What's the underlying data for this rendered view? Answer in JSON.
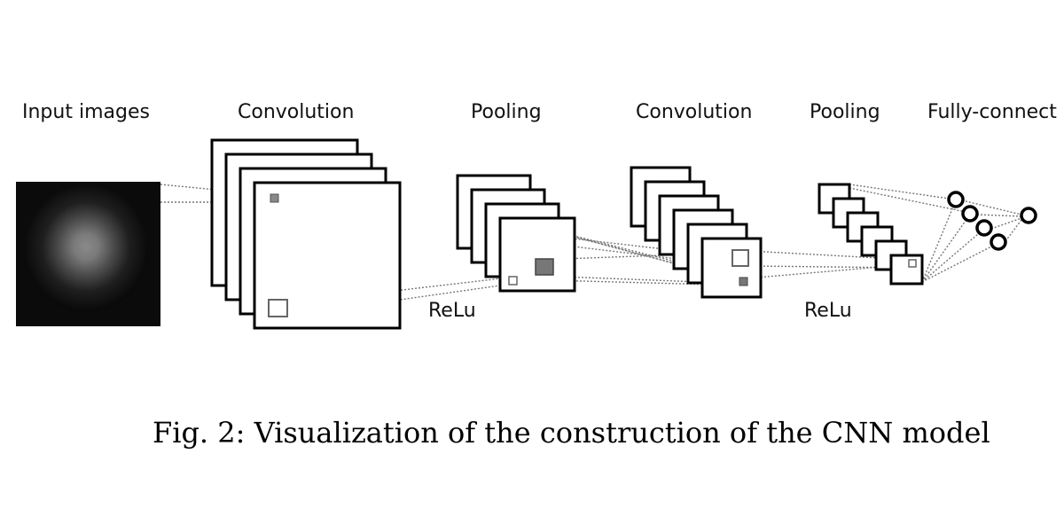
{
  "diagram": {
    "stages": [
      {
        "id": "input",
        "label": "Input images"
      },
      {
        "id": "conv1",
        "label": "Convolution"
      },
      {
        "id": "pool1",
        "label": "Pooling"
      },
      {
        "id": "conv2",
        "label": "Convolution"
      },
      {
        "id": "pool2",
        "label": "Pooling"
      },
      {
        "id": "fc",
        "label": "Fully-connect"
      }
    ],
    "activations": [
      "ReLu",
      "ReLu"
    ]
  },
  "caption": {
    "text": "Fig. 2: Visualization of the construction of the CNN model"
  }
}
